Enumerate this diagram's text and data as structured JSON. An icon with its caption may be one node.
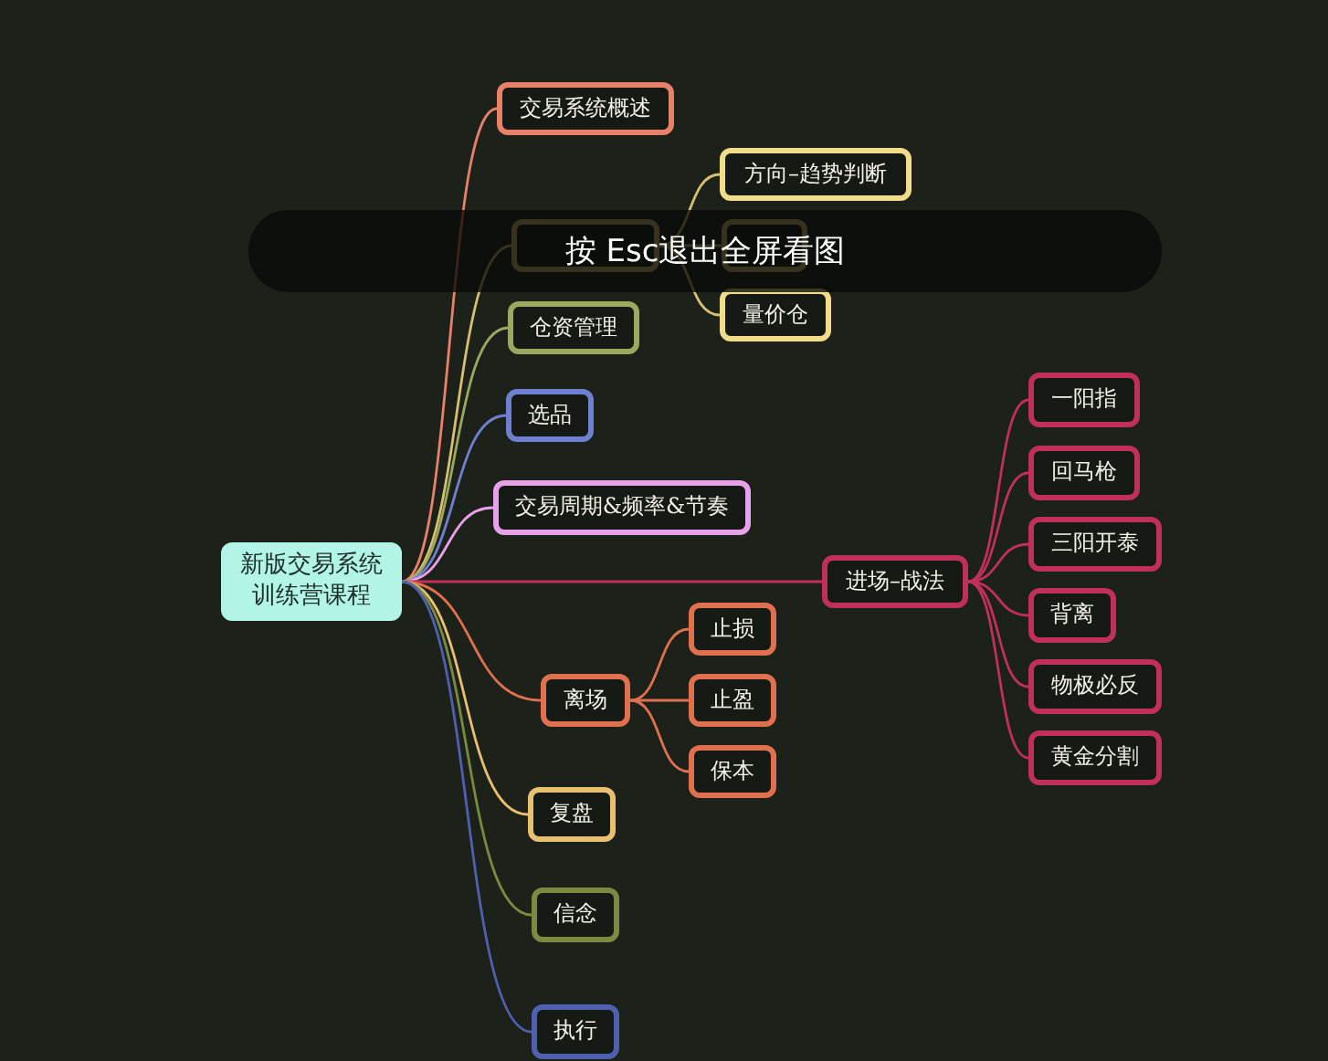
{
  "diagram": {
    "nodes": [
      {
        "text": [
          "新版交易系统训练营课程"
        ]
      },
      {
        "text": [
          "交易系统概述"
        ]
      },
      {
        "text": [],
        "shape": "box"
      },
      {
        "text": [
          "方向–趋势判断"
        ]
      },
      {
        "text": [],
        "shape": "box"
      },
      {
        "text": [
          "量价仓"
        ]
      },
      {
        "text": [
          "仓资管理"
        ]
      },
      {
        "text": [
          "选品"
        ]
      },
      {
        "text": [
          "交易周期&频率&节奏"
        ]
      },
      {
        "text": [
          "进场–战法"
        ]
      },
      {
        "text": [
          "一阳指"
        ]
      },
      {
        "text": [
          "回马枪"
        ]
      },
      {
        "text": [
          "三阳开泰"
        ]
      },
      {
        "text": [
          "背离"
        ]
      },
      {
        "text": [
          "物极必反"
        ]
      },
      {
        "text": [
          "黄金分割"
        ]
      },
      {
        "text": [
          "离场"
        ]
      },
      {
        "text": [
          "止损"
        ]
      },
      {
        "text": [
          "止盈"
        ]
      },
      {
        "text": [
          "保本"
        ]
      },
      {
        "text": [
          "复盘"
        ]
      },
      {
        "text": [
          "信念"
        ]
      },
      {
        "text": [
          "执行"
        ]
      }
    ],
    "edges": [
      {
        "from": 0,
        "to": 1,
        "arrow": "none",
        "color": "#e8806a"
      },
      {
        "from": 0,
        "to": 2,
        "arrow": "none",
        "color": "#d8c070"
      },
      {
        "from": 2,
        "to": 3,
        "arrow": "none",
        "color": "#d8c070"
      },
      {
        "from": 2,
        "to": 4,
        "arrow": "none",
        "color": "#d8c070"
      },
      {
        "from": 2,
        "to": 5,
        "arrow": "none",
        "color": "#d8c070"
      },
      {
        "from": 0,
        "to": 6,
        "arrow": "none",
        "color": "#9aa860"
      },
      {
        "from": 0,
        "to": 7,
        "arrow": "none",
        "color": "#7080d0"
      },
      {
        "from": 0,
        "to": 8,
        "arrow": "none",
        "color": "#e8a0e8"
      },
      {
        "from": 0,
        "to": 9,
        "arrow": "none",
        "color": "#c0305a"
      },
      {
        "from": 9,
        "to": 10,
        "arrow": "none",
        "color": "#c0305a"
      },
      {
        "from": 9,
        "to": 11,
        "arrow": "none",
        "color": "#c0305a"
      },
      {
        "from": 9,
        "to": 12,
        "arrow": "none",
        "color": "#c0305a"
      },
      {
        "from": 9,
        "to": 13,
        "arrow": "none",
        "color": "#c0305a"
      },
      {
        "from": 9,
        "to": 14,
        "arrow": "none",
        "color": "#c0305a"
      },
      {
        "from": 9,
        "to": 15,
        "arrow": "none",
        "color": "#c0305a"
      },
      {
        "from": 0,
        "to": 16,
        "arrow": "none",
        "color": "#e0704e"
      },
      {
        "from": 16,
        "to": 17,
        "arrow": "none",
        "color": "#e0704e"
      },
      {
        "from": 16,
        "to": 18,
        "arrow": "none",
        "color": "#e0704e"
      },
      {
        "from": 16,
        "to": 19,
        "arrow": "none",
        "color": "#e0704e"
      },
      {
        "from": 0,
        "to": 20,
        "arrow": "none",
        "color": "#e8c070"
      },
      {
        "from": 0,
        "to": 21,
        "arrow": "none",
        "color": "#7a8a40"
      },
      {
        "from": 0,
        "to": 22,
        "arrow": "none",
        "color": "#5060b0"
      }
    ],
    "labels": [
      "按 Esc退出全屏看图"
    ]
  }
}
